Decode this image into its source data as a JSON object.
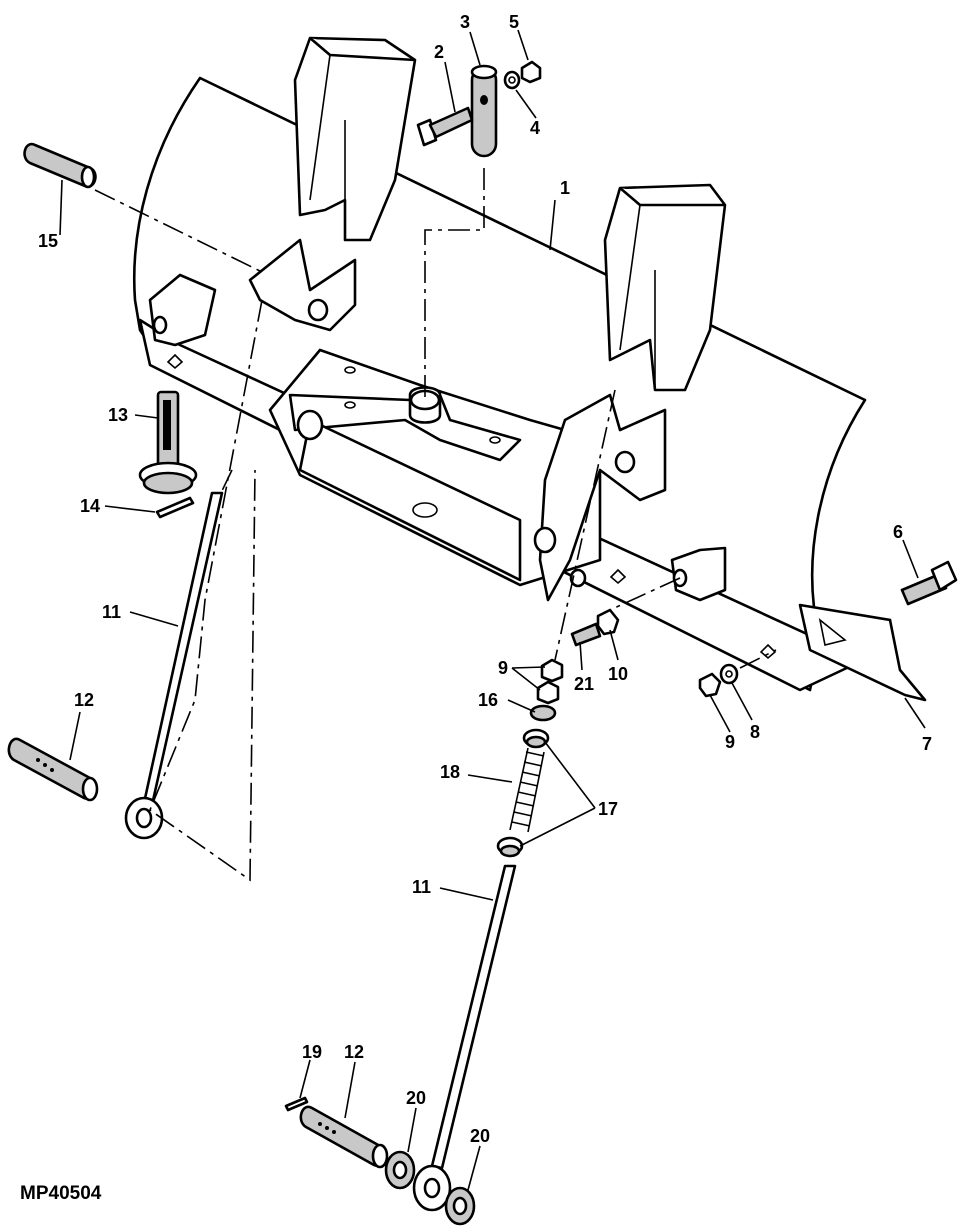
{
  "figure_id": "MP40504",
  "callouts": {
    "c1": "1",
    "c2": "2",
    "c3": "3",
    "c4": "4",
    "c5": "5",
    "c6": "6",
    "c7": "7",
    "c8": "8",
    "c9a": "9",
    "c9b": "9",
    "c10": "10",
    "c11a": "11",
    "c11b": "11",
    "c12a": "12",
    "c12b": "12",
    "c13": "13",
    "c14": "14",
    "c15": "15",
    "c16": "16",
    "c17": "17",
    "c18": "18",
    "c19": "19",
    "c20a": "20",
    "c20b": "20",
    "c21": "21"
  }
}
